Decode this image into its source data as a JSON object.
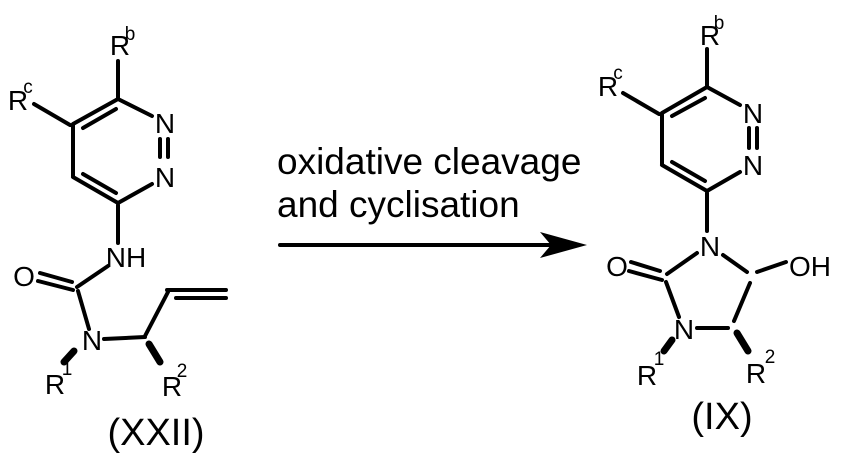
{
  "colors": {
    "ink": "#000000",
    "background": "#ffffff"
  },
  "arrow": {
    "label_line1": "oxidative cleavage",
    "label_line2": "and cyclisation"
  },
  "left_structure": {
    "caption": "(XXII)",
    "atoms": {
      "rb": {
        "base": "R",
        "sup": "b"
      },
      "rc": {
        "base": "R",
        "sup": "c"
      },
      "ring_n_upper": "N",
      "ring_n_lower": "N",
      "nh": "NH",
      "carbonyl_o": "O",
      "urea_n": "N",
      "r1": {
        "base": "R",
        "sup": "1"
      },
      "r2": {
        "base": "R",
        "sup": "2"
      }
    }
  },
  "right_structure": {
    "caption": "(IX)",
    "atoms": {
      "rb": {
        "base": "R",
        "sup": "b"
      },
      "rc": {
        "base": "R",
        "sup": "c"
      },
      "ring_n_upper": "N",
      "ring_n_lower": "N",
      "imid_n_top": "N",
      "carbonyl_o": "O",
      "imid_n_bottom": "N",
      "oh": "OH",
      "r1": {
        "base": "R",
        "sup": "1"
      },
      "r2": {
        "base": "R",
        "sup": "2"
      }
    }
  }
}
